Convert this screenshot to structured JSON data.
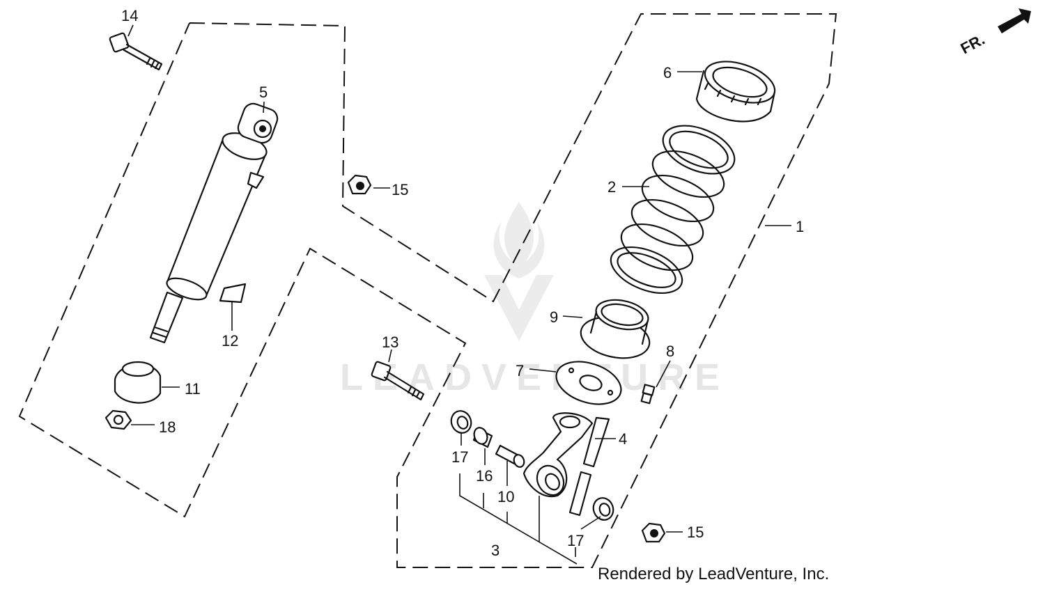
{
  "watermark": {
    "text": "LEADVENTURE"
  },
  "credit": {
    "text": "Rendered by LeadVenture, Inc."
  },
  "front_indicator": {
    "label": "FR.",
    "icon": "front-arrow-icon"
  },
  "callouts": {
    "c1": "1",
    "c2": "2",
    "c3": "3",
    "c4": "4",
    "c5": "5",
    "c6": "6",
    "c7": "7",
    "c8": "8",
    "c9": "9",
    "c10": "10",
    "c11": "11",
    "c12": "12",
    "c13": "13",
    "c14": "14",
    "c15a": "15",
    "c15b": "15",
    "c16": "16",
    "c17a": "17",
    "c17b": "17",
    "c18": "18"
  },
  "colors": {
    "ink": "#111111",
    "watermark": "#e6e6e6",
    "background": "#ffffff"
  }
}
